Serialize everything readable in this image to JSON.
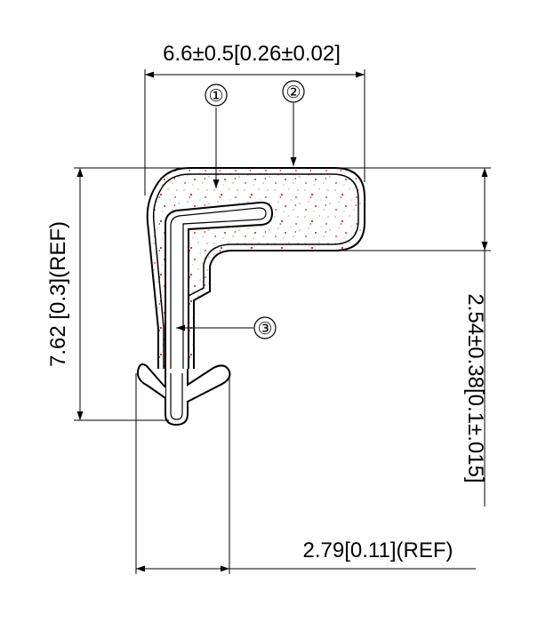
{
  "dimensions": {
    "width_top": "6.6±0.5[0.26±0.02]",
    "height_left": "7.62 [0.3](REF)",
    "height_right": "2.54±0.38[0.1±.015]",
    "width_bottom": "2.79[0.11](REF)"
  },
  "callouts": {
    "c1": "①",
    "c2": "②",
    "c3": "③"
  },
  "colors": {
    "line": "#000000",
    "fill_dots": "#d81e1e",
    "fill_grey": "#9a9a9a"
  }
}
